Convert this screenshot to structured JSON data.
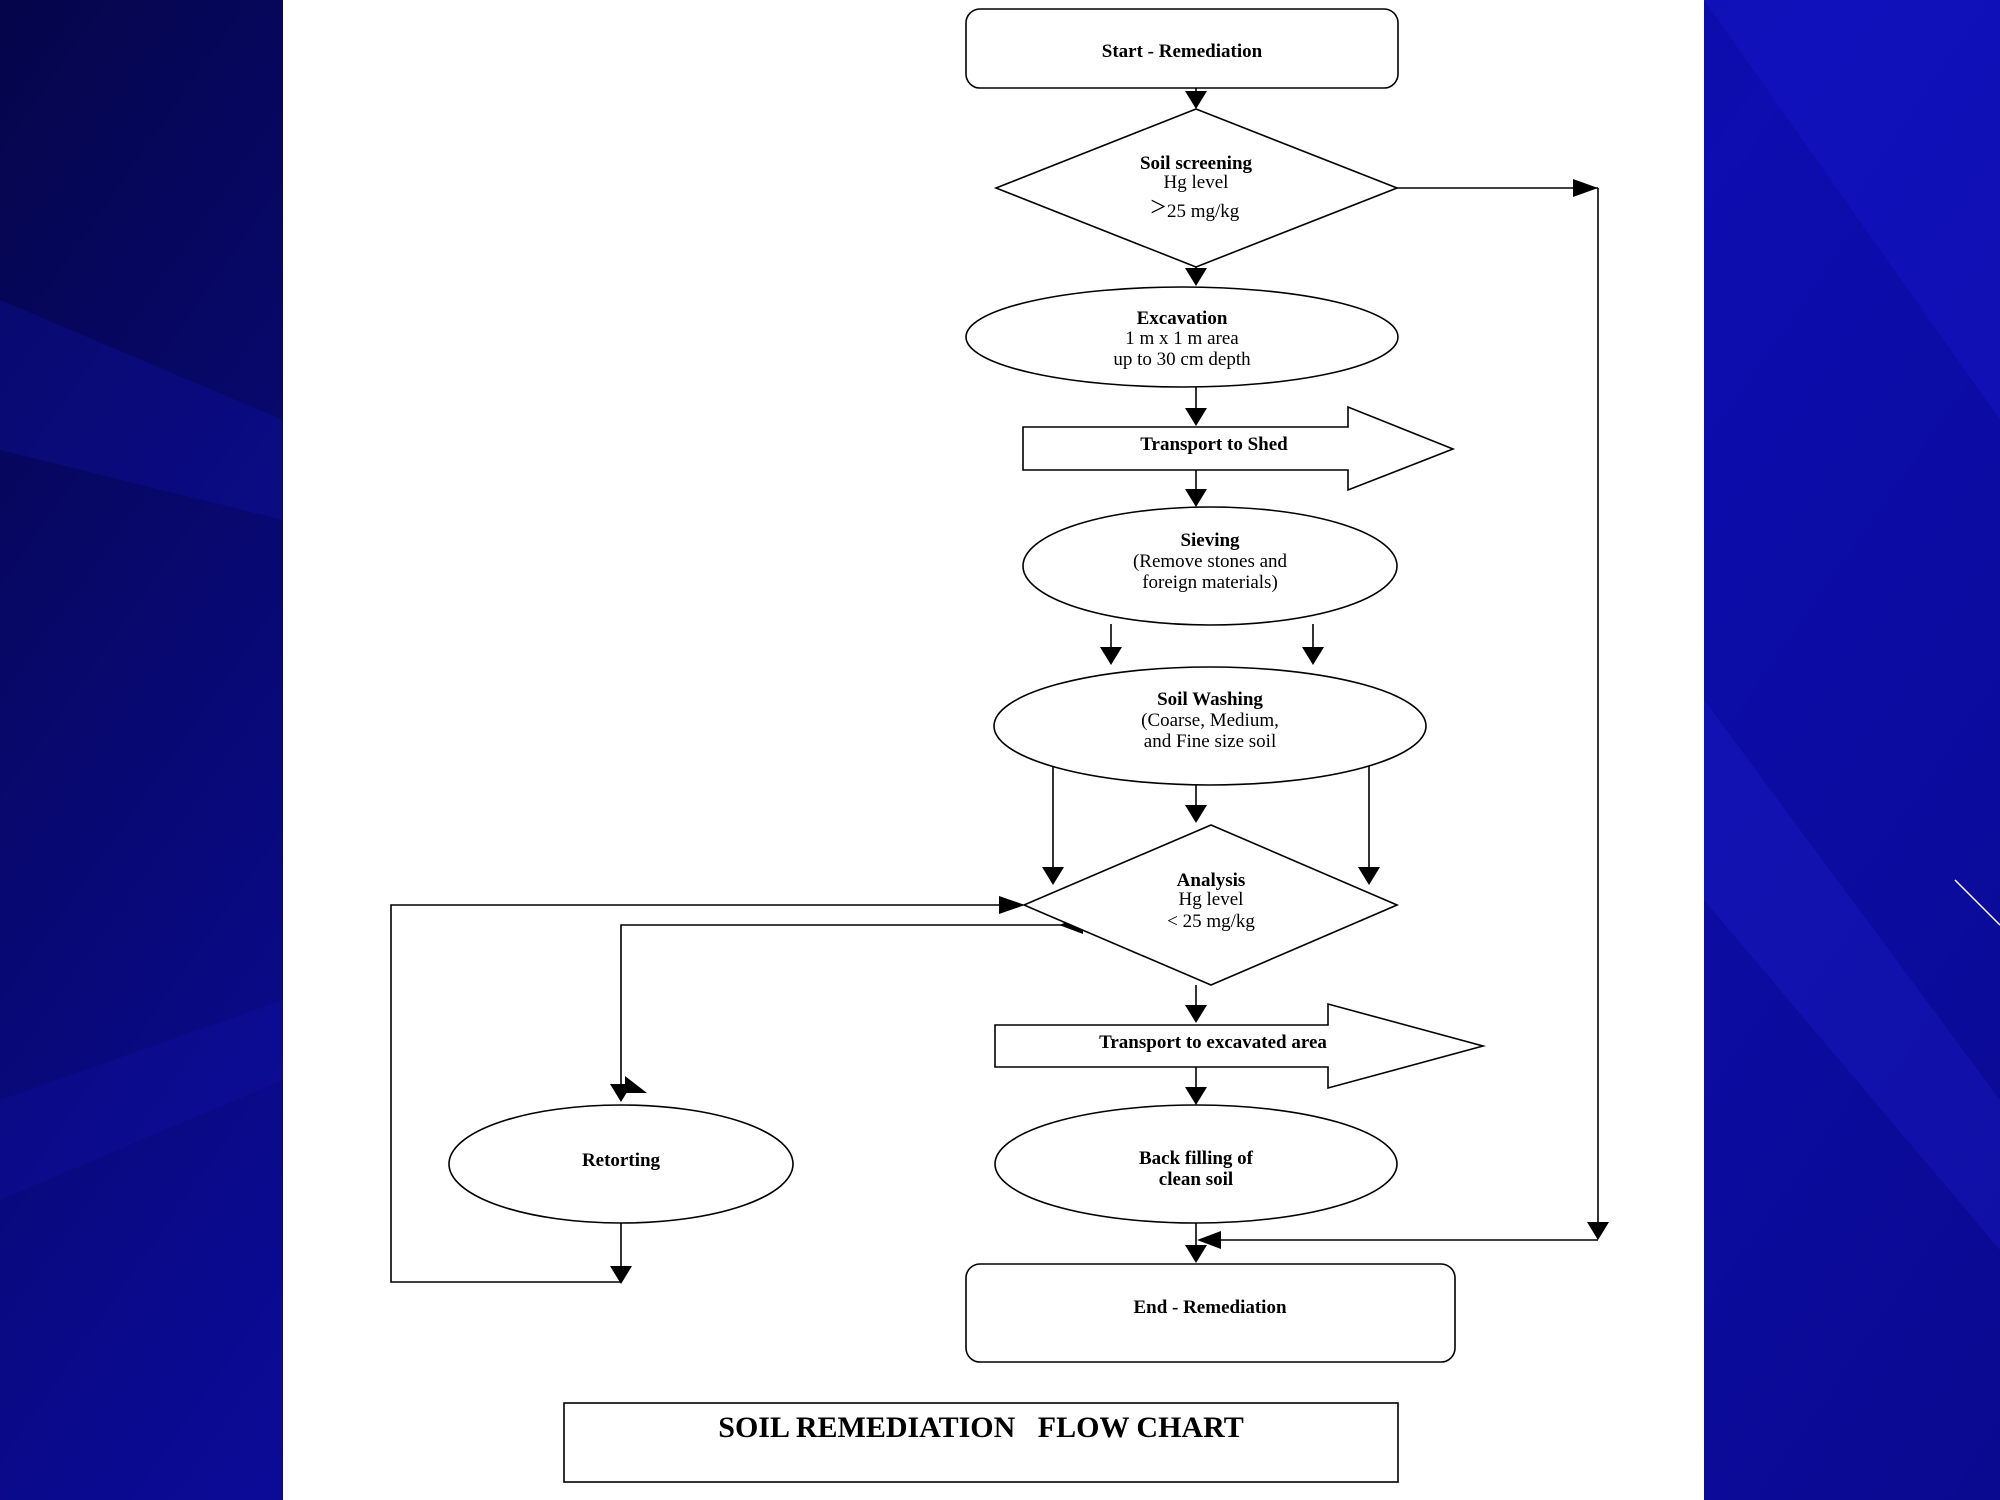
{
  "diagram": {
    "title": "SOIL REMEDIATION   FLOW CHART",
    "nodes": {
      "start": {
        "line1": "Start - Remediation"
      },
      "screening": {
        "line1": "Soil screening",
        "line2": "Hg level",
        "line3_symbol": ">",
        "line3": "25 mg/kg"
      },
      "excavation": {
        "line1": "Excavation",
        "line2": "1 m x 1 m area",
        "line3": "up to 30 cm depth"
      },
      "transport_shed": {
        "line1": "Transport to Shed"
      },
      "sieving": {
        "line1": "Sieving",
        "line2": "(Remove stones and",
        "line3": "foreign materials)"
      },
      "washing": {
        "line1": "Soil Washing",
        "line2": "(Coarse, Medium,",
        "line3": "and Fine size soil"
      },
      "analysis": {
        "line1": "Analysis",
        "line2": "Hg  level",
        "line3": "< 25 mg/kg"
      },
      "transport_area": {
        "line1": "Transport to excavated area"
      },
      "retorting": {
        "line1": "Retorting"
      },
      "backfill": {
        "line1": "Back filling of",
        "line2": "clean soil"
      },
      "end": {
        "line1": "End - Remediation"
      }
    }
  },
  "colors": {
    "background": "#0a0a8c",
    "slide": "#ffffff",
    "ink": "#000000"
  }
}
